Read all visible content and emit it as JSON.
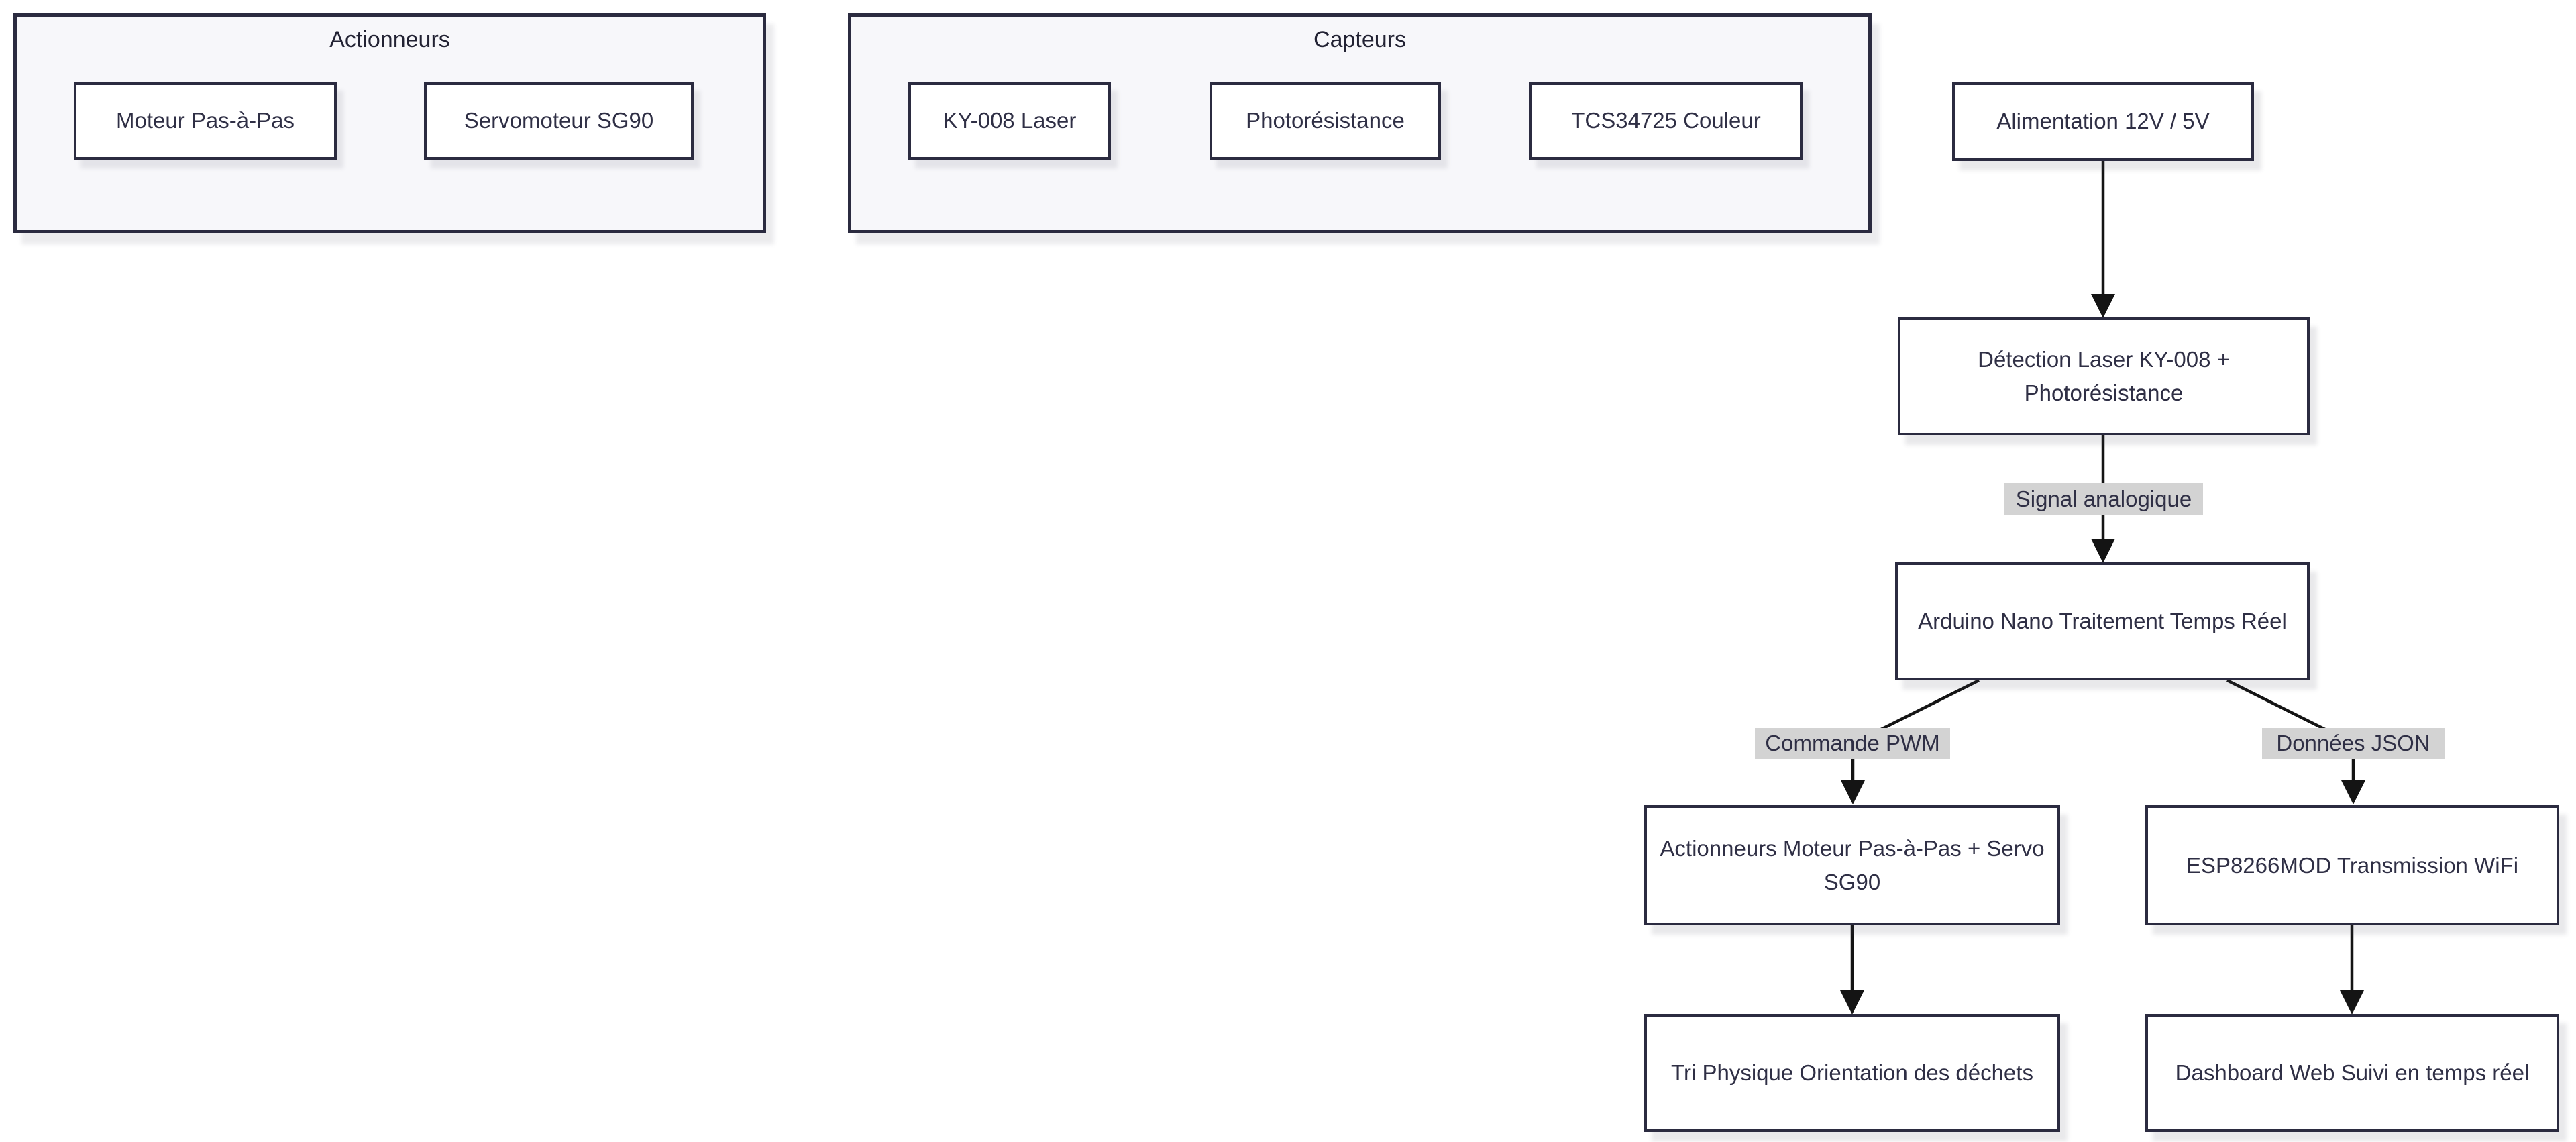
{
  "diagram": {
    "type": "flowchart",
    "colors": {
      "background": "#ffffff",
      "node_fill": "#ffffff",
      "node_border": "#2b2b40",
      "cluster_fill": "#f7f7fa",
      "text": "#2f2f45",
      "edge_label_bg": "#d3d3d3",
      "arrow": "#141414"
    },
    "clusters": [
      {
        "title": "Actionneurs",
        "nodes": [
          {
            "label": "Moteur Pas-à-Pas"
          },
          {
            "label": "Servomoteur SG90"
          }
        ]
      },
      {
        "title": "Capteurs",
        "nodes": [
          {
            "label": "KY-008 Laser"
          },
          {
            "label": "Photorésistance"
          },
          {
            "label": "TCS34725 Couleur"
          }
        ]
      }
    ],
    "nodes": [
      {
        "label": "Alimentation 12V / 5V"
      },
      {
        "label": "Détection Laser KY-008 + Photorésistance"
      },
      {
        "label": "Arduino Nano Traitement Temps Réel"
      },
      {
        "label": "Actionneurs Moteur Pas-à-Pas + Servo SG90"
      },
      {
        "label": "ESP8266MOD Transmission WiFi"
      },
      {
        "label": "Tri Physique Orientation des déchets"
      },
      {
        "label": "Dashboard Web Suivi en temps réel"
      }
    ],
    "edge_labels": [
      {
        "label": "Signal analogique"
      },
      {
        "label": "Commande PWM"
      },
      {
        "label": "Données JSON"
      }
    ],
    "edges": [
      {
        "from": "Alimentation 12V / 5V",
        "to": "Détection Laser KY-008 + Photorésistance",
        "label": ""
      },
      {
        "from": "Détection Laser KY-008 + Photorésistance",
        "to": "Arduino Nano Traitement Temps Réel",
        "label": "Signal analogique"
      },
      {
        "from": "Arduino Nano Traitement Temps Réel",
        "to": "Actionneurs Moteur Pas-à-Pas + Servo SG90",
        "label": "Commande PWM"
      },
      {
        "from": "Arduino Nano Traitement Temps Réel",
        "to": "ESP8266MOD Transmission WiFi",
        "label": "Données JSON"
      },
      {
        "from": "Actionneurs Moteur Pas-à-Pas + Servo SG90",
        "to": "Tri Physique Orientation des déchets",
        "label": ""
      },
      {
        "from": "ESP8266MOD Transmission WiFi",
        "to": "Dashboard Web Suivi en temps réel",
        "label": ""
      }
    ]
  }
}
